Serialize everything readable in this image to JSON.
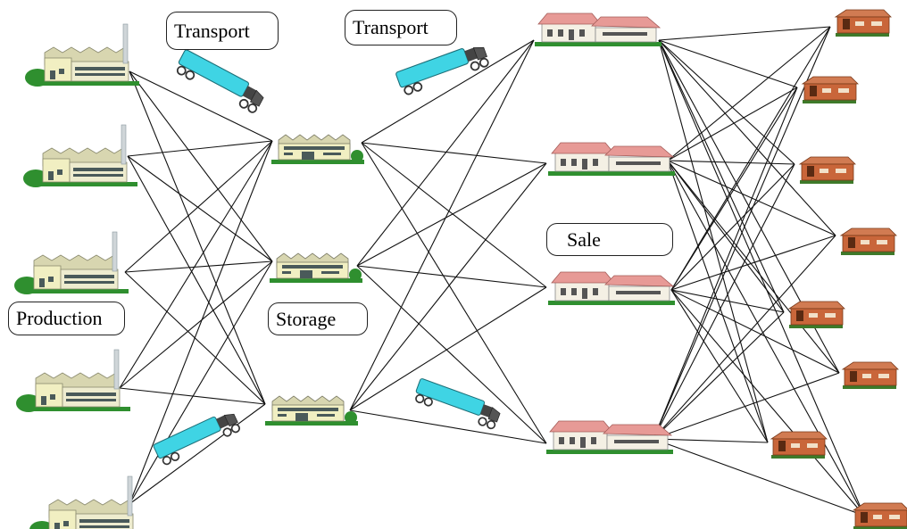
{
  "labels": {
    "transport_1": "Transport",
    "transport_2": "Transport",
    "sale": "Sale",
    "production": "Production",
    "storage": "Storage"
  },
  "nodes": {
    "production": [
      "factory",
      "factory",
      "factory",
      "factory",
      "factory"
    ],
    "storage": [
      "warehouse",
      "warehouse",
      "warehouse"
    ],
    "sale": [
      "store",
      "store",
      "store",
      "store"
    ],
    "customer": [
      "house",
      "house",
      "house",
      "house",
      "house",
      "house",
      "house",
      "house"
    ]
  },
  "icons": {
    "factory": "factory-icon",
    "warehouse": "warehouse-icon",
    "store": "store-icon",
    "house": "house-icon",
    "truck": "truck-icon"
  },
  "colors": {
    "lines": "#111111",
    "truck_tank": "#3fd4e4",
    "factory_wall": "#f1efc2",
    "grass": "#2f8f2f",
    "store_roof": "#e79a96",
    "house_body": "#c9663a"
  }
}
